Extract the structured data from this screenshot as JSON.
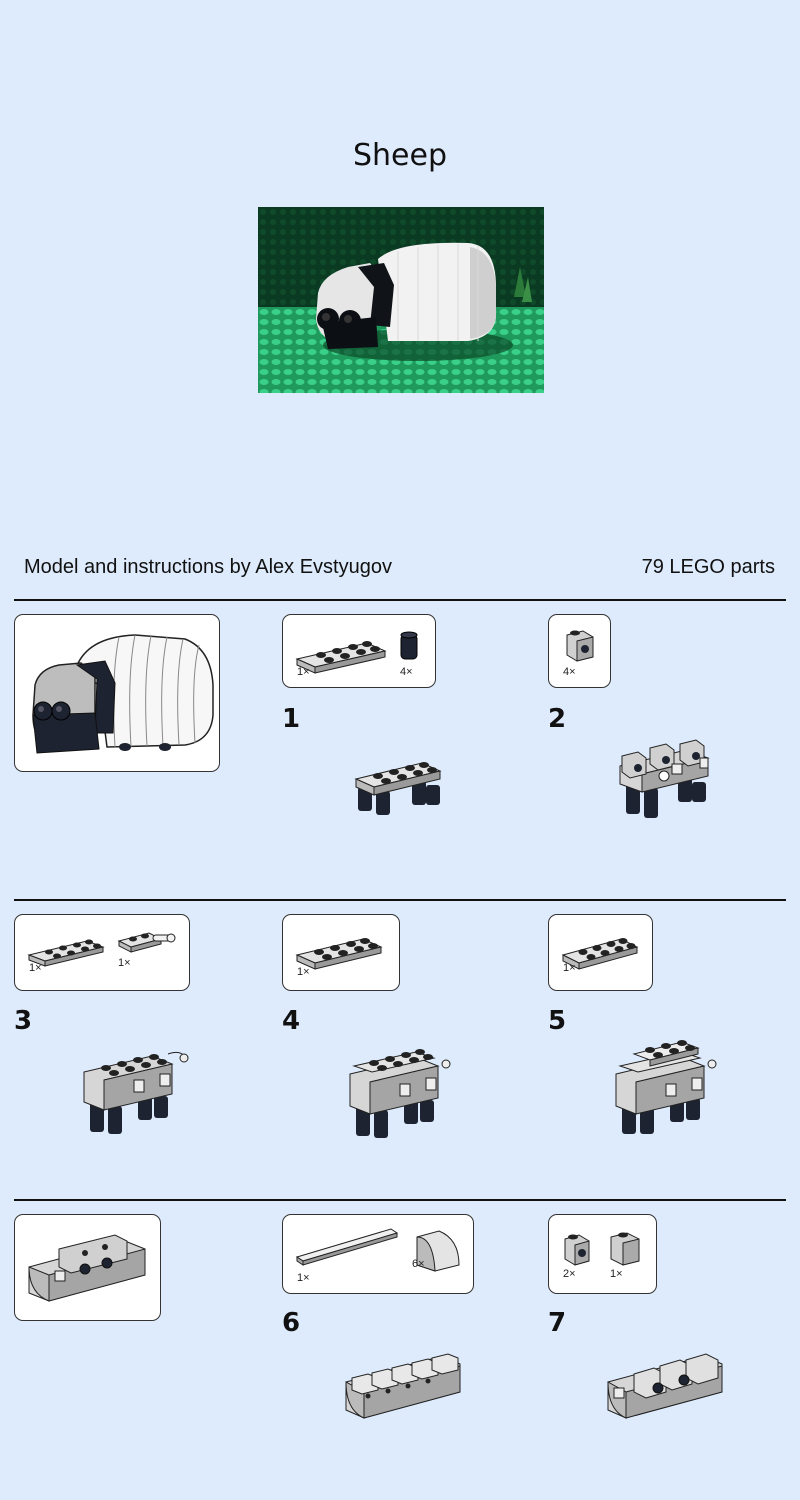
{
  "page": {
    "title": "Sheep",
    "byline": "Model and instructions by Alex Evstyugov",
    "part_count": "79 LEGO parts"
  },
  "colors": {
    "background": "#deebfc",
    "brick_light": "#d0d0d0",
    "brick_dark": "#1a1e28",
    "baseplate_green": "#2ea86a"
  },
  "steps": [
    {
      "number": "1",
      "parts": [
        {
          "icon": "plate-2x4-icon",
          "qty": "1×"
        },
        {
          "icon": "round-brick-1x1-icon",
          "qty": "4×"
        }
      ]
    },
    {
      "number": "2",
      "parts": [
        {
          "icon": "brick-1x1-with-stud-icon",
          "qty": "4×"
        }
      ]
    },
    {
      "number": "3",
      "parts": [
        {
          "icon": "plate-2x4-icon",
          "qty": "1×"
        },
        {
          "icon": "plate-with-bar-icon",
          "qty": "1×"
        }
      ]
    },
    {
      "number": "4",
      "parts": [
        {
          "icon": "plate-2x4-icon",
          "qty": "1×"
        }
      ]
    },
    {
      "number": "5",
      "parts": [
        {
          "icon": "plate-2x4-icon",
          "qty": "1×"
        }
      ]
    },
    {
      "number": "6",
      "parts": [
        {
          "icon": "tile-1x8-icon",
          "qty": "1×"
        },
        {
          "icon": "curved-slope-icon",
          "qty": "6×"
        }
      ]
    },
    {
      "number": "7",
      "parts": [
        {
          "icon": "brick-1x1-with-stud-icon",
          "qty": "2×"
        },
        {
          "icon": "brick-1x1-icon",
          "qty": "1×"
        }
      ]
    }
  ]
}
